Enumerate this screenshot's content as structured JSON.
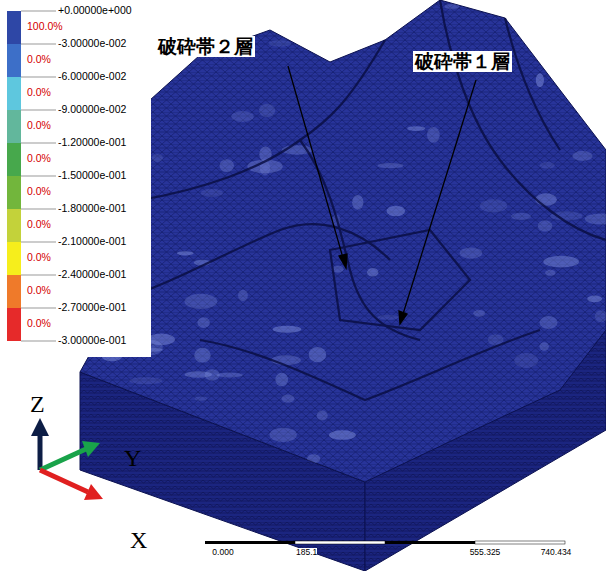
{
  "diagram": {
    "labels": [
      "+0.00000e+000",
      "-3.00000e-002",
      "-6.00000e-002",
      "-9.00000e-002",
      "-1.20000e-001",
      "-1.50000e-001",
      "-1.80000e-001",
      "-2.10000e-001",
      "-2.40000e-001",
      "-2.70000e-001",
      "-3.00000e-001",
      "破砕帯２層",
      "破砕帯１層",
      "Z",
      "Y",
      "X",
      "0.000",
      "185.1",
      "555.325",
      "740.434"
    ],
    "legend": [
      {
        "text": "100.0%",
        "color": "#2e47a6"
      },
      {
        "text": "0.0%",
        "color": "#3d6fc8"
      },
      {
        "text": "0.0%",
        "color": "#5ec7de"
      },
      {
        "text": "0.0%",
        "color": "#62b79c"
      },
      {
        "text": "0.0%",
        "color": "#47a84c"
      },
      {
        "text": "0.0%",
        "color": "#72b63c"
      },
      {
        "text": "0.0%",
        "color": "#c3d23a"
      },
      {
        "text": "0.0%",
        "color": "#f6ee1c"
      },
      {
        "text": "0.0%",
        "color": "#ef7a2a"
      },
      {
        "text": "0.0%",
        "color": "#e62a2a"
      }
    ]
  }
}
